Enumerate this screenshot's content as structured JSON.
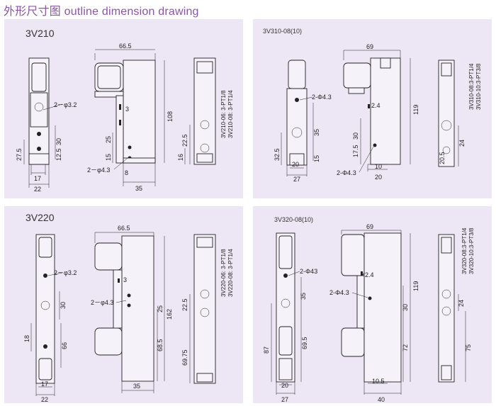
{
  "page_title": "外形尺寸图 outline dimension drawing",
  "panels": {
    "p1": {
      "title": "3V210",
      "dims": {
        "d66_5": "66.5",
        "d108": "108",
        "phi32": "2－φ3.2",
        "d30": "30",
        "d27_5": "27.5",
        "d12_5": "12.5",
        "d17": "17",
        "d22": "22",
        "d3": "3",
        "d15": "15",
        "d25": "25",
        "phi43": "2－φ4.3",
        "d8": "8",
        "d35": "35",
        "d22_5": "22.5",
        "d16": "16",
        "port1": "3V210-06: 3-PT1/8",
        "port2": "3V210-08: 3-PT1/4"
      }
    },
    "p2": {
      "title": "3V310-08(10)",
      "dims": {
        "d69": "69",
        "d119": "119",
        "phi43a": "2-Φ4.3",
        "d2_4": "2.4",
        "d35": "35",
        "d32_5": "32.5",
        "d15": "15",
        "d20": "20",
        "d27": "27",
        "d17_5": "17.5",
        "d30": "30",
        "d10": "10",
        "phi43b": "2-Φ4.3",
        "d20b": "20",
        "d24": "24",
        "d20_5": "20.5",
        "port1": "3V310-08:3-PT1/4",
        "port2": "3V310-10:3-PT3/8"
      }
    },
    "p3": {
      "title": "3V220",
      "dims": {
        "d66_5": "66.5",
        "phi32": "2－φ3.2",
        "d30": "30",
        "d18": "18",
        "d66": "66",
        "d17": "17",
        "d22": "22",
        "d3": "3",
        "phi43": "2－φ4.3",
        "d25": "25",
        "d162": "162",
        "d68_5": "68.5",
        "d35": "35",
        "d22_5": "22.5",
        "d69_75": "69.75",
        "port1": "3V220-06: 3-PT1/8",
        "port2": "3V220-08: 3-PT1/4"
      }
    },
    "p4": {
      "title": "3V320-08(10)",
      "dims": {
        "d69": "69",
        "d119": "119",
        "phi43a": "2-Φ43",
        "d2_4": "2.4",
        "phi43b": "2-Φ4.3",
        "d35": "35",
        "d30": "30",
        "d87": "87",
        "d69_5": "69.5",
        "d72": "72",
        "d24": "24",
        "d75": "75",
        "d20": "20",
        "d27": "27",
        "d10_5": "10.5",
        "d40": "40",
        "port1": "3V320-08:3-PT1/4",
        "port2": "3V320-10:3-PT3/8"
      }
    }
  }
}
